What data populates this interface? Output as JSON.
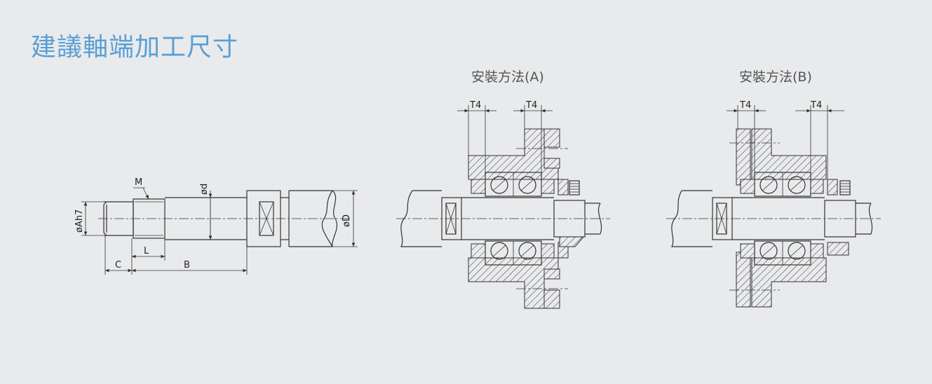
{
  "title": "建議軸端加工尺寸",
  "method_a": {
    "caption": "安裝方法(A)",
    "t4_left": "T4",
    "t4_right": "T4"
  },
  "method_b": {
    "caption": "安裝方法(B)",
    "t4_left": "T4",
    "t4_right": "T4"
  },
  "shaft_labels": {
    "m": "M",
    "d": "ød",
    "D": "øD",
    "a": "øAh7",
    "l": "L",
    "b": "B",
    "c": "C"
  }
}
